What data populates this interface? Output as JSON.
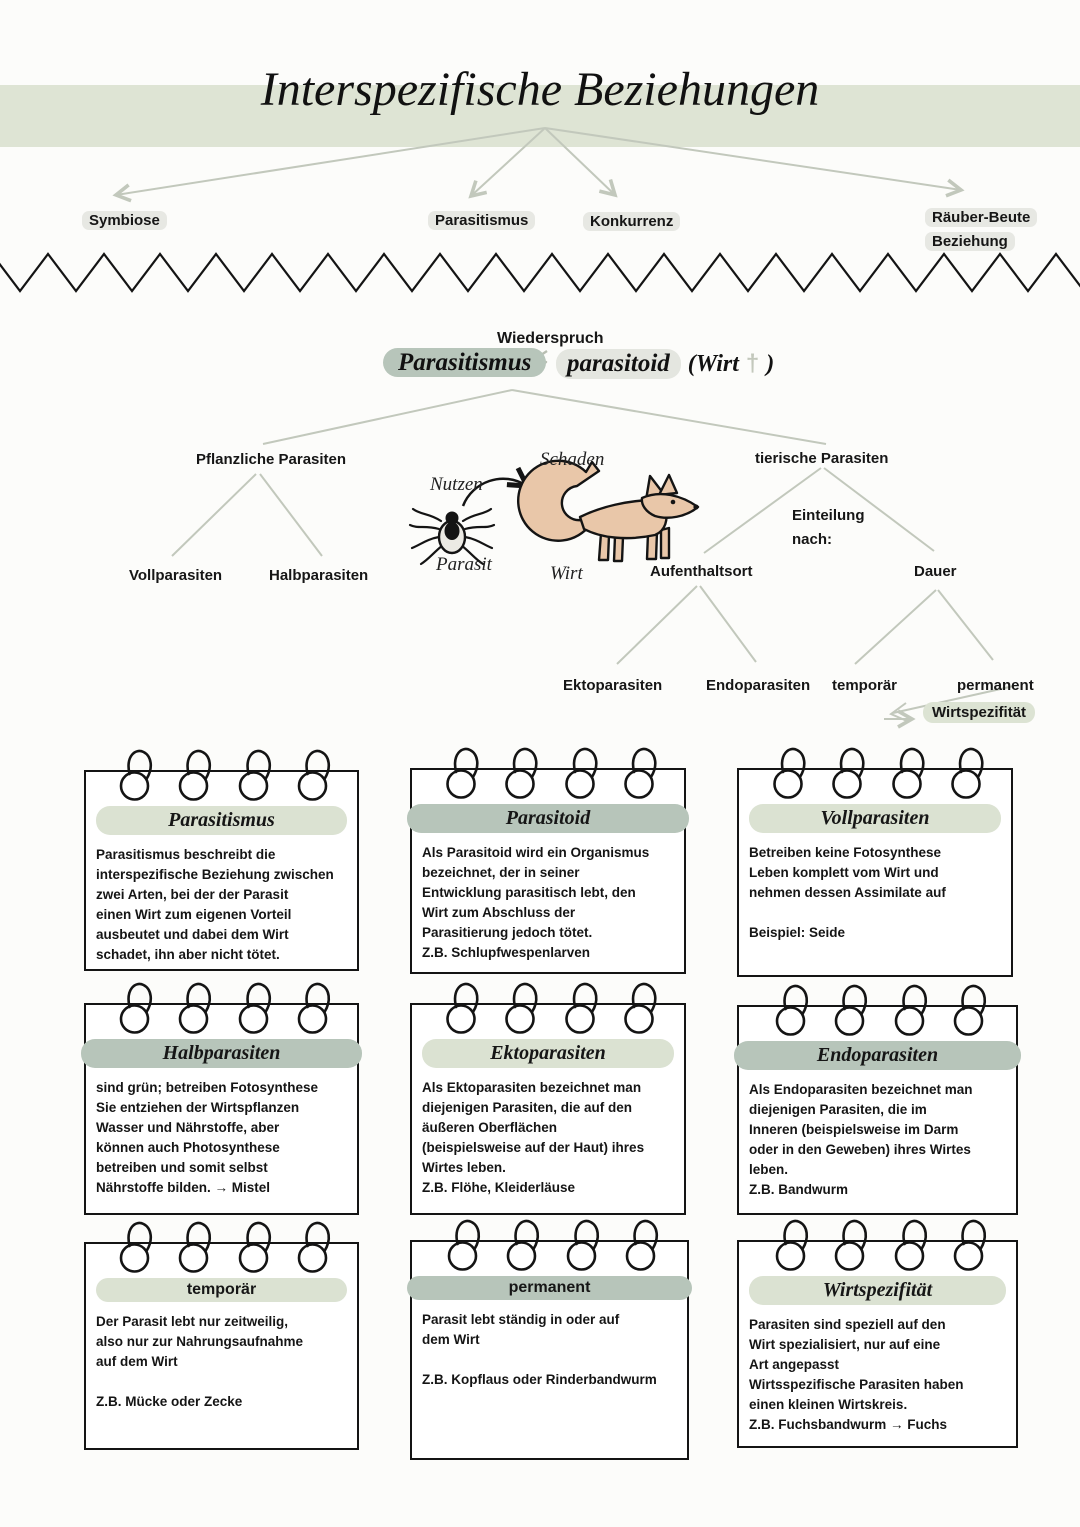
{
  "title": "Interspezifische Beziehungen",
  "top_branches": {
    "symbiose": "Symbiose",
    "parasitismus": "Parasitismus",
    "konkurrenz": "Konkurrenz",
    "raeuber_beute_line1": "Räuber-Beute",
    "raeuber_beute_line2": "Beziehung"
  },
  "contrast": {
    "heading": "Wiederspruch",
    "left_term": "Parasitismus",
    "right_term": "parasitoid",
    "right_note_open": "(Wirt",
    "dagger": "†",
    "right_note_close": ")"
  },
  "plant_tree": {
    "root": "Pflanzliche Parasiten",
    "child_left": "Vollparasiten",
    "child_right": "Halbparasiten"
  },
  "illustration": {
    "nutzen": "Nutzen",
    "schaden": "Schaden",
    "parasit": "Parasit",
    "wirt": "Wirt"
  },
  "animal_tree": {
    "root": "tierische Parasiten",
    "note": "Einteilung\nnach:",
    "branch_left": "Aufenthaltsort",
    "branch_right": "Dauer",
    "leaf_ekto": "Ektoparasiten",
    "leaf_endo": "Endoparasiten",
    "leaf_temporaer": "temporär",
    "leaf_permanent": "permanent",
    "extra": "Wirtspezifität"
  },
  "cards": [
    {
      "title": "Parasitismus",
      "body": "Parasitismus beschreibt die\ninterspezifische Beziehung zwischen\nzwei Arten, bei der der Parasit\neinen Wirt zum eigenen Vorteil\nausbeutet und dabei dem Wirt\nschadet, ihn aber nicht tötet."
    },
    {
      "title": "Parasitoid",
      "body": "Als Parasitoid wird ein Organismus\nbezeichnet, der in seiner\nEntwicklung parasitisch lebt, den\nWirt zum Abschluss der\nParasitierung jedoch tötet.\nZ.B. Schlupfwespenlarven"
    },
    {
      "title": "Vollparasiten",
      "body": "Betreiben keine Fotosynthese\nLeben komplett vom Wirt und\nnehmen dessen Assimilate auf\n\nBeispiel: Seide"
    },
    {
      "title": "Halbparasiten",
      "body": "sind grün; betreiben Fotosynthese\nSie entziehen der Wirtspflanzen\nWasser und Nährstoffe, aber\nkönnen auch Photosynthese\nbetreiben und somit selbst\nNährstoffe bilden. → Mistel"
    },
    {
      "title": "Ektoparasiten",
      "body": "Als Ektoparasiten bezeichnet man\ndiejenigen Parasiten, die auf den\näußeren Oberflächen\n(beispielsweise auf der Haut) ihres\nWirtes leben.\nZ.B. Flöhe, Kleiderläuse"
    },
    {
      "title": "Endoparasiten",
      "body": "Als Endoparasiten bezeichnet man\ndiejenigen Parasiten, die im\nInneren (beispielsweise im Darm\noder in den Geweben) ihres Wirtes\nleben.\nZ.B. Bandwurm"
    },
    {
      "title": "temporär",
      "body": "Der Parasit lebt nur zeitweilig,\nalso nur zur Nahrungsaufnahme\nauf dem Wirt\n\nZ.B. Mücke oder Zecke"
    },
    {
      "title": "permanent",
      "body": "Parasit lebt ständig in oder auf\ndem Wirt\n\nZ.B. Kopflaus oder Rinderbandwurm"
    },
    {
      "title": "Wirtspezifität",
      "body": "Parasiten sind speziell auf den\nWirt spezialisiert, nur auf eine\nArt angepasst\nWirtsspezifische Parasiten haben\neinen kleinen Wirtskreis.\nZ.B. Fuchsbandwurm → Fuchs"
    }
  ],
  "colors": {
    "title_band": "#dee4d4",
    "pill_dark": "#b7c5ba",
    "pill_light": "#dbe2d2",
    "pill_grey": "#e4e6e0",
    "highlight_grey": "#e7e8e3",
    "connector_line": "#c2c8bc",
    "fox_tan": "#e9c7a9"
  }
}
